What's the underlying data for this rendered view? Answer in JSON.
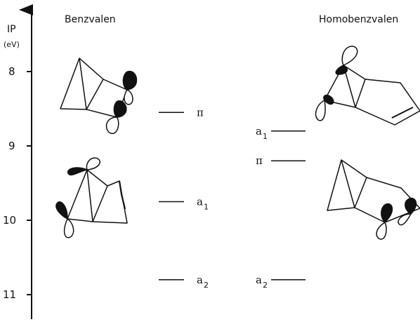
{
  "axis": {
    "title_line1": "IP",
    "title_line2": "(eV)",
    "ticks": [
      "8",
      "9",
      "10",
      "11"
    ]
  },
  "left_molecule": {
    "title": "Benzvalen",
    "levels": [
      {
        "symbol": "π",
        "subscript": "",
        "energy_ev": 8.55
      },
      {
        "symbol": "a",
        "subscript": "1",
        "energy_ev": 9.75
      },
      {
        "symbol": "a",
        "subscript": "2",
        "energy_ev": 10.8
      }
    ]
  },
  "right_molecule": {
    "title": "Homobenzvalen",
    "levels": [
      {
        "symbol": "a",
        "subscript": "1",
        "energy_ev": 8.8
      },
      {
        "symbol": "π",
        "subscript": "",
        "energy_ev": 9.2
      },
      {
        "symbol": "a",
        "subscript": "2",
        "energy_ev": 10.8
      }
    ]
  },
  "colors": {
    "ink": "#111111",
    "background": "#ffffff"
  }
}
